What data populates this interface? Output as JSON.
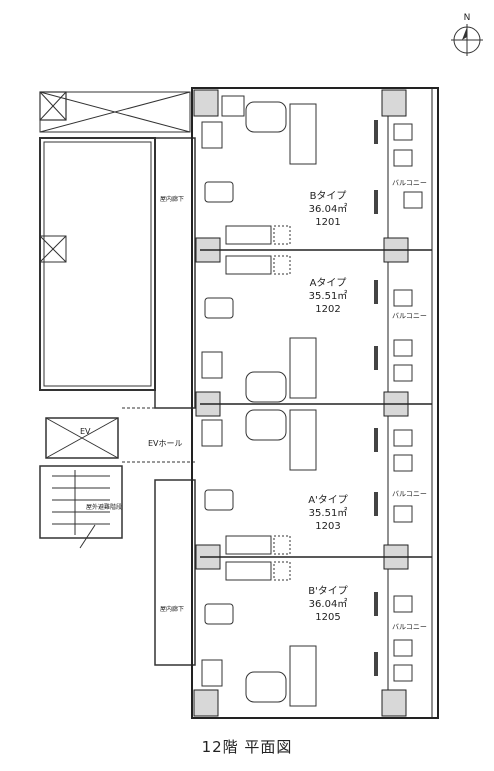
{
  "compass": {
    "north_label": "N"
  },
  "units": [
    {
      "type": "Bタイプ",
      "area": "36.04㎡",
      "number": "1201"
    },
    {
      "type": "Aタイプ",
      "area": "35.51㎡",
      "number": "1202"
    },
    {
      "type": "A'タイプ",
      "area": "35.51㎡",
      "number": "1203"
    },
    {
      "type": "B'タイプ",
      "area": "36.04㎡",
      "number": "1205"
    }
  ],
  "balcony_label": "バルコニー",
  "corridor_label": "屋内廊下",
  "ev_label": "EV",
  "ev_hall_label": "EVホール",
  "stair_label": "屋外避難階段",
  "caption": "12階  平面図"
}
